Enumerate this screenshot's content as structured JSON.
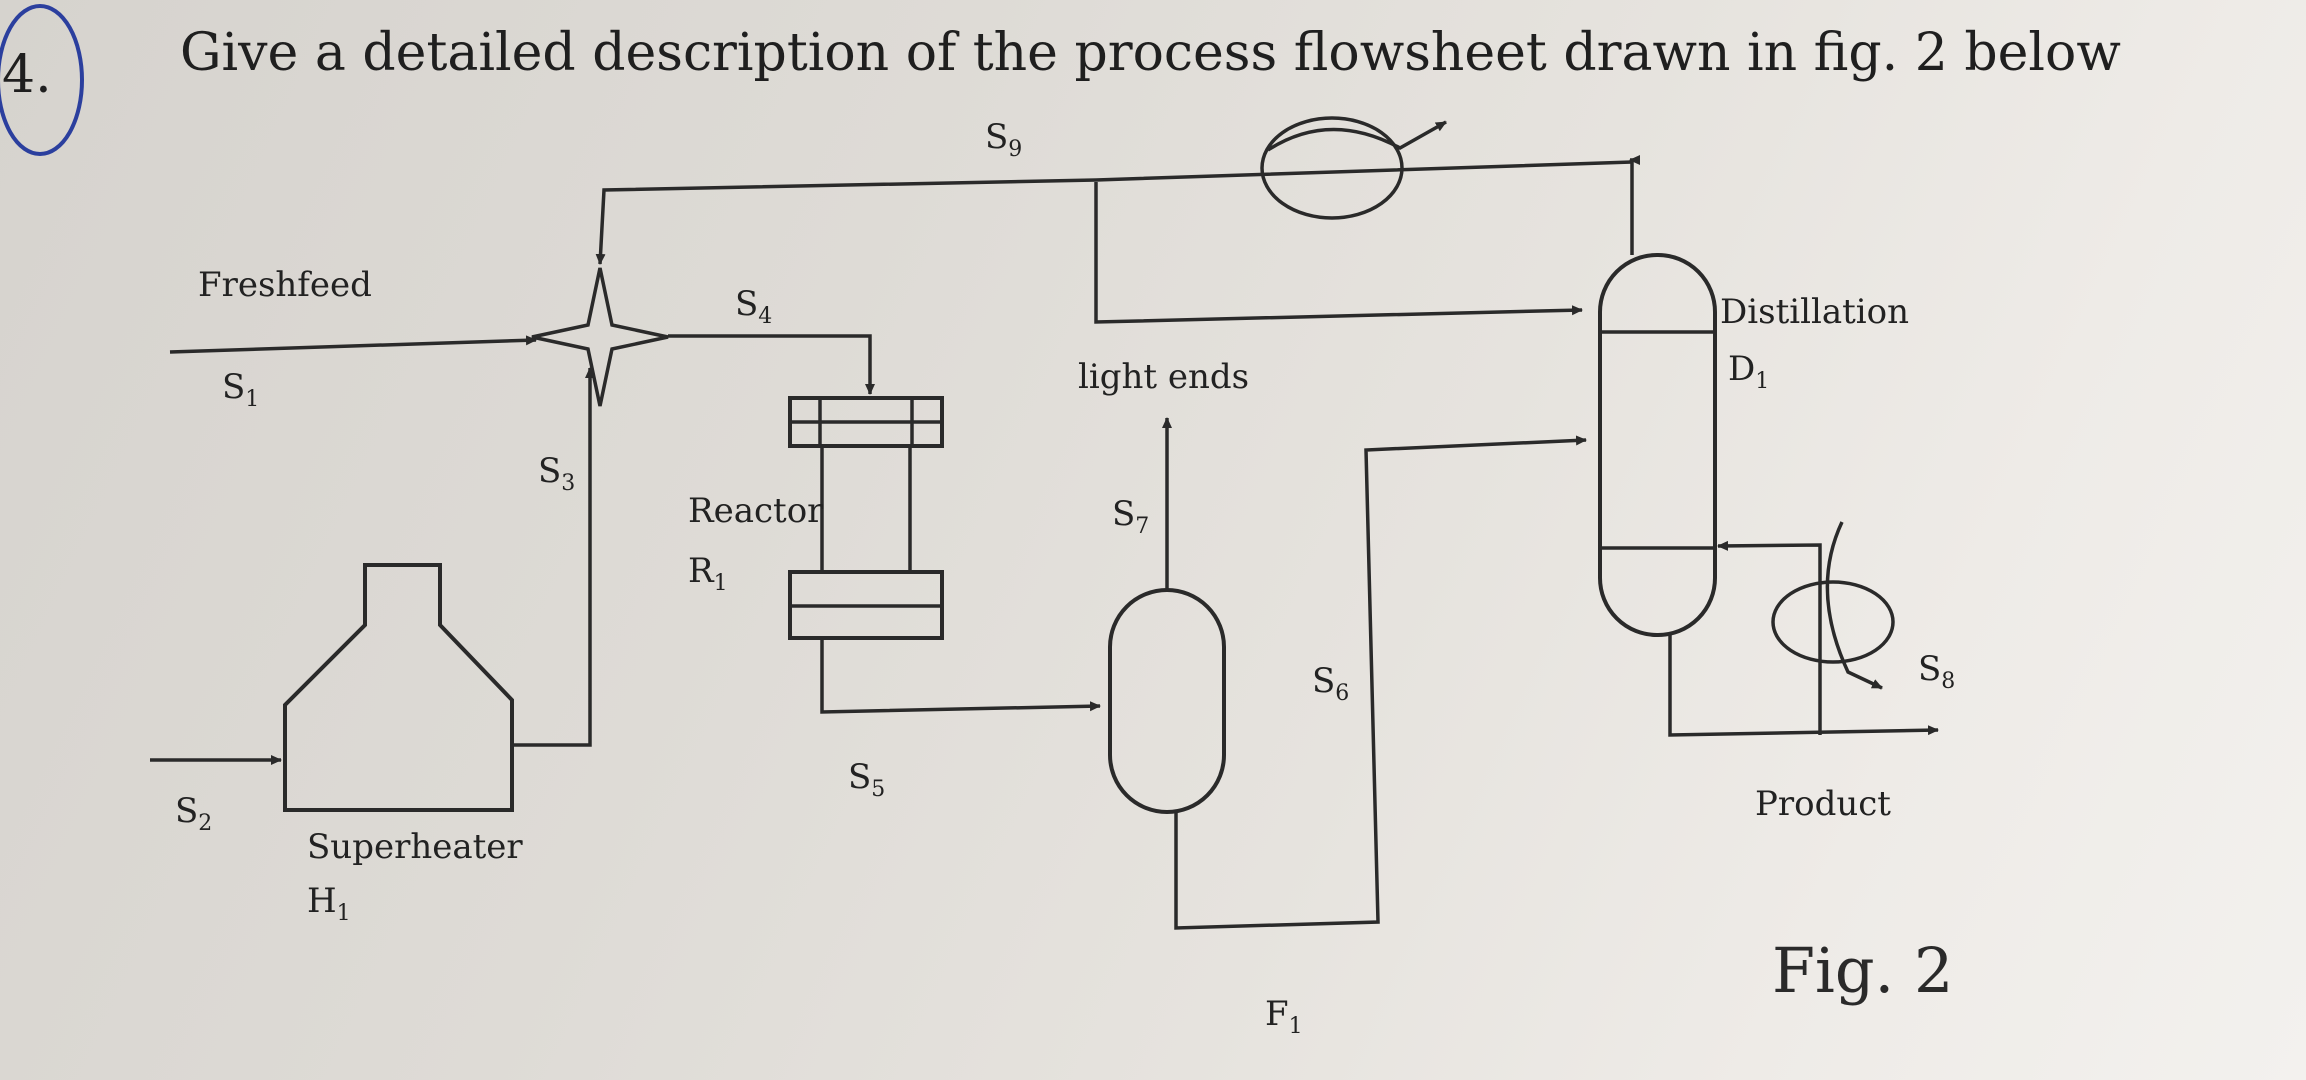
{
  "question": {
    "number": "4.",
    "text": "Give a detailed description of the process flowsheet drawn in fig. 2 below"
  },
  "figure_caption": "Fig. 2",
  "units": {
    "superheater": {
      "name": "Superheater",
      "tag": "H",
      "sub": "1"
    },
    "reactor": {
      "name": "Reactor",
      "tag": "R",
      "sub": "1"
    },
    "flash": {
      "tag": "F",
      "sub": "1"
    },
    "distillation": {
      "name": "Distillation",
      "tag": "D",
      "sub": "1"
    }
  },
  "streams": {
    "s1": {
      "tag": "S",
      "sub": "1",
      "label": "Freshfeed"
    },
    "s2": {
      "tag": "S",
      "sub": "2"
    },
    "s3": {
      "tag": "S",
      "sub": "3"
    },
    "s4": {
      "tag": "S",
      "sub": "4"
    },
    "s5": {
      "tag": "S",
      "sub": "5"
    },
    "s6": {
      "tag": "S",
      "sub": "6"
    },
    "s7": {
      "tag": "S",
      "sub": "7",
      "label": "light ends"
    },
    "s8": {
      "tag": "S",
      "sub": "8",
      "label": "Product"
    },
    "s9": {
      "tag": "S",
      "sub": "9"
    }
  },
  "colors": {
    "ink": "#2a2a2a",
    "circle": "#2b3f9e"
  }
}
